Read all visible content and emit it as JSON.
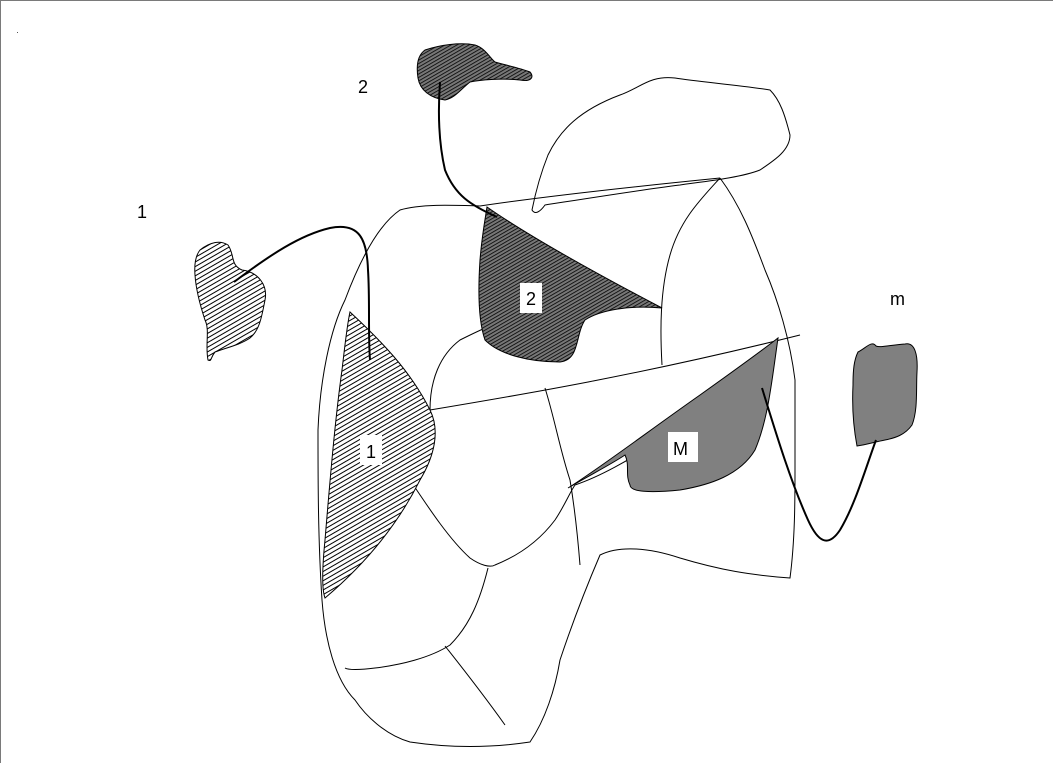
{
  "labels": {
    "outside_1": "1",
    "outside_2": "2",
    "outside_m": "m",
    "inside_1": "1",
    "inside_2": "2",
    "inside_M": "M"
  },
  "colors": {
    "line": "#000000",
    "fill_solid": "#808080",
    "hatch": "#000000",
    "background": "#ffffff"
  }
}
